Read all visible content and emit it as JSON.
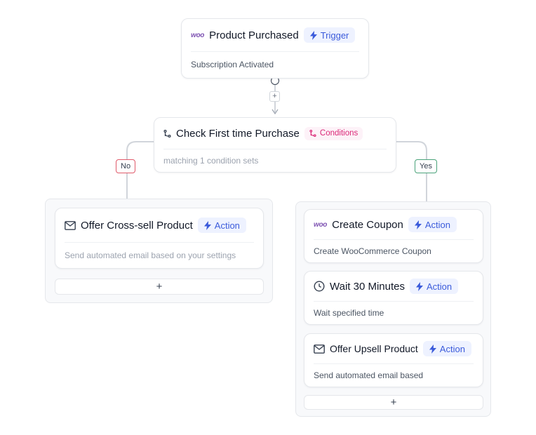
{
  "trigger": {
    "brand": "woo",
    "title": "Product Purchased",
    "badge": "Trigger",
    "description": "Subscription Activated"
  },
  "connector": {
    "add": "+"
  },
  "condition": {
    "title": "Check First time Purchase",
    "badge": "Conditions",
    "description": "matching 1 condition sets"
  },
  "branches": {
    "no": {
      "label": "No",
      "steps": [
        {
          "icon": "mail-icon",
          "title": "Offer Cross-sell Product",
          "badge": "Action",
          "description": "Send automated email based on your settings"
        }
      ],
      "add": "+"
    },
    "yes": {
      "label": "Yes",
      "steps": [
        {
          "icon": "woo",
          "title": "Create Coupon",
          "badge": "Action",
          "description": "Create WooCommerce Coupon"
        },
        {
          "icon": "clock-icon",
          "title": "Wait 30 Minutes",
          "badge": "Action",
          "description": "Wait specified time"
        },
        {
          "icon": "mail-icon",
          "title": "Offer Upsell Product",
          "badge": "Action",
          "description": "Send automated email based"
        }
      ],
      "add": "+"
    }
  },
  "colors": {
    "action_badge_bg": "#eef2ff",
    "action_badge_text": "#3b5bdb",
    "conditions_badge_text": "#db2777",
    "no_border": "#e05a6a",
    "yes_border": "#4aa37a",
    "woo_brand": "#7f54b3"
  }
}
